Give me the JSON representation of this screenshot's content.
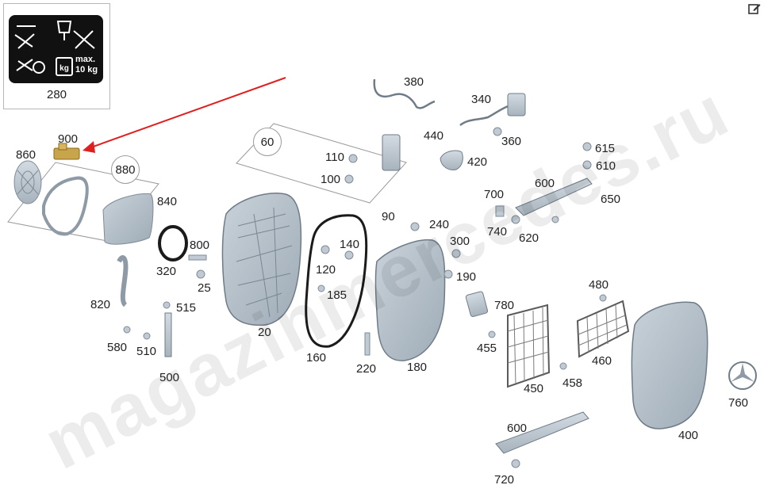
{
  "watermark": "magazinmercedes.ru",
  "sign": {
    "label": "280",
    "max_text": "max.",
    "weight_text": "10 kg",
    "kg_text": "kg"
  },
  "groups": [
    "60",
    "880"
  ],
  "parts": [
    "380",
    "340",
    "440",
    "360",
    "615",
    "610",
    "110",
    "420",
    "100",
    "600",
    "650",
    "700",
    "90",
    "860",
    "900",
    "840",
    "740",
    "620",
    "240",
    "800",
    "140",
    "300",
    "320",
    "120",
    "190",
    "25",
    "820",
    "515",
    "185",
    "780",
    "20",
    "480",
    "580",
    "510",
    "455",
    "460",
    "160",
    "220",
    "180",
    "500",
    "450",
    "458",
    "760",
    "600",
    "400",
    "720"
  ],
  "colors": {
    "arrow": "#e02020",
    "part_fill": "#b8c3cc",
    "part_stroke": "#8e9aa5"
  },
  "icons": {
    "edit": "edit-icon"
  }
}
